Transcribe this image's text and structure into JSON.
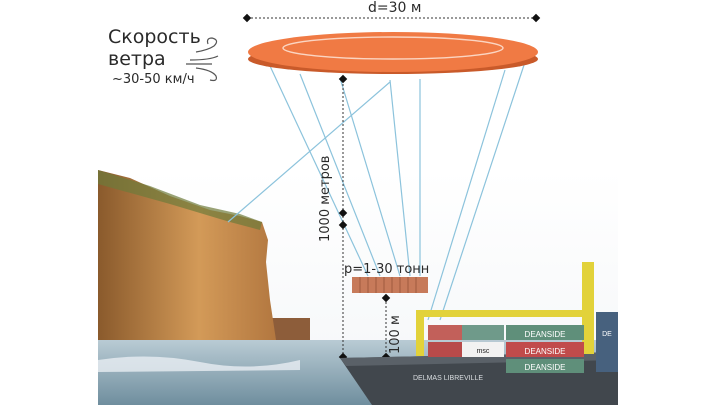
{
  "wind": {
    "title": "Скорость",
    "subtitle": "ветра",
    "value": "~30-50 км/ч",
    "icon": "wind-icon"
  },
  "diameter_label": "d=30 м",
  "altitude_label": "1000 метров",
  "payload_label": "p=1-30 тонн",
  "low_altitude_label": "100 м",
  "ship": {
    "name": "DELMAS LIBREVILLE",
    "container_brand": "DEANSIDE",
    "container_mark": "msc",
    "side_brand": "DE"
  },
  "colors": {
    "kite": "#f07a44",
    "kite_edge": "#c95a2a",
    "tether": "#8cc3dc",
    "cliff": "#c98d4e",
    "sea": "#9fb9c6",
    "hull": "#41474d",
    "crane": "#e2d23a"
  }
}
